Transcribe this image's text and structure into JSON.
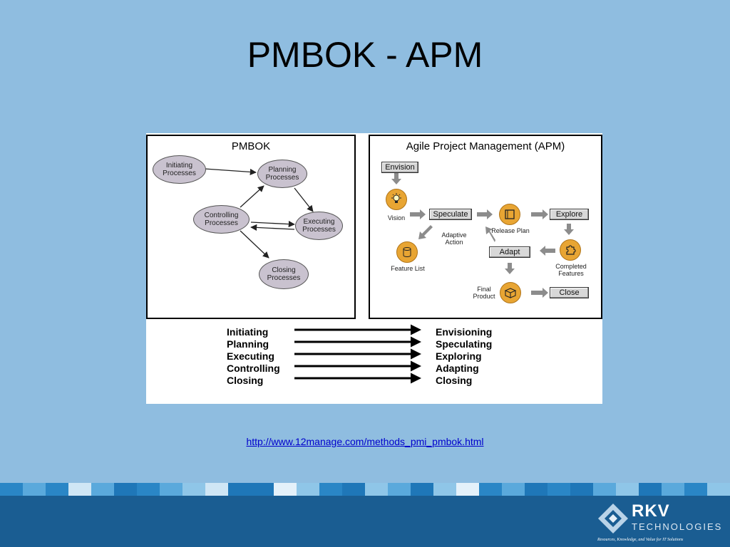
{
  "slide": {
    "title": "PMBOK - APM",
    "link": "http://www.12manage.com/methods_pmi_pmbok.html"
  },
  "pmbok": {
    "title": "PMBOK",
    "nodes": {
      "initiating": "Initiating\nProcesses",
      "planning": "Planning\nProcesses",
      "controlling": "Controlling\nProcesses",
      "executing": "Executing\nProcesses",
      "closing": "Closing\nProcesses"
    }
  },
  "apm": {
    "title": "Agile Project Management (APM)",
    "buttons": {
      "envision": "Envision",
      "speculate": "Speculate",
      "explore": "Explore",
      "adapt": "Adapt",
      "close": "Close"
    },
    "captions": {
      "vision": "Vision",
      "release_plan": "Release Plan",
      "adaptive_action": "Adaptive\nAction",
      "feature_list": "Feature List",
      "completed_features": "Completed\nFeatures",
      "final_product": "Final\nProduct"
    }
  },
  "mapping": {
    "pmbok_phases": [
      "Initiating",
      "Planning",
      "Executing",
      "Controlling",
      "Closing"
    ],
    "apm_phases": [
      "Envisioning",
      "Speculating",
      "Exploring",
      "Adapting",
      "Closing"
    ]
  },
  "footer": {
    "logo_name": "RKV",
    "logo_sub": "TECHNOLOGIES",
    "tagline": "Resources, Knowledge, and Value for IT Solutions"
  },
  "colors": {
    "background": "#8fbde0",
    "footer": "#1a5d92",
    "oval_fill": "#c9c2cf",
    "apm_icon": "#e8a533"
  }
}
